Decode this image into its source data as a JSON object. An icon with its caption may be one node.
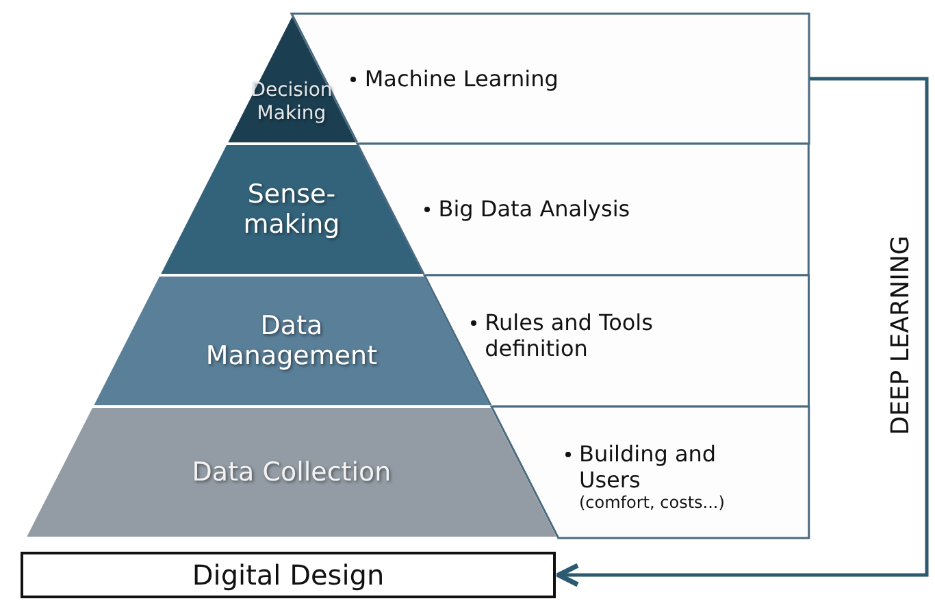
{
  "diagram": {
    "nodes": [
      {
        "text": [
          "Decision Making"
        ]
      },
      {
        "text": [
          "Sense-making"
        ]
      },
      {
        "text": [
          "Data Management"
        ]
      },
      {
        "text": [
          "Data Collection"
        ]
      },
      {
        "text": [
          "Machine Learning"
        ]
      },
      {
        "text": [
          "Big Data Analysis"
        ]
      },
      {
        "text": [
          "Rules and Tools definition"
        ]
      },
      {
        "text": [
          "Building and Users",
          "(comfort, costs...)"
        ]
      },
      {
        "text": [
          "Digital Design"
        ]
      }
    ],
    "edges": [
      {
        "from": 4,
        "to": 8,
        "arrow": "to"
      }
    ],
    "labels": [
      "DEEP LEARNING"
    ]
  }
}
